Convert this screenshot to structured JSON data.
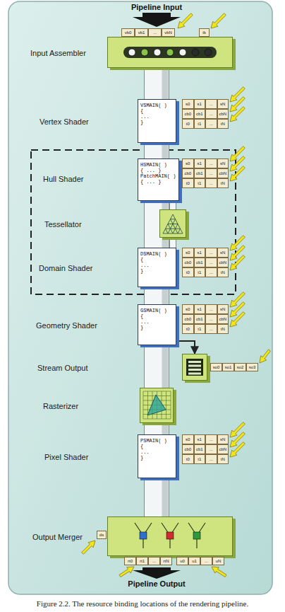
{
  "diagram": {
    "caption": "Figure 2.2. The resource binding locations of the rendering pipeline.",
    "nodes": [
      {
        "text": [
          "Input Assembler"
        ]
      },
      {
        "text": [
          "Vertex Shader",
          "VSMAIN( )",
          "{",
          "...",
          "}"
        ]
      },
      {
        "text": [
          "Hull Shader",
          "HSMAIN( )",
          "{ ... }",
          "PatchMAIN( )",
          "{ ... }"
        ]
      },
      {
        "text": [
          "Tessellator"
        ]
      },
      {
        "text": [
          "Domain Shader",
          "DSMAIN( )",
          "{",
          "...",
          "}"
        ]
      },
      {
        "text": [
          "Geometry Shader",
          "GSMAIN( )",
          "{",
          "...",
          "}"
        ]
      },
      {
        "text": [
          "Stream Output"
        ]
      },
      {
        "text": [
          "Rasterizer"
        ]
      },
      {
        "text": [
          "Pixel Shader",
          "PSMAIN( )",
          "{",
          "...",
          "}"
        ]
      },
      {
        "text": [
          "Output Merger"
        ]
      }
    ],
    "edges": [
      {
        "from": 0,
        "to": 1,
        "arrow": "none"
      },
      {
        "from": 1,
        "to": 2,
        "arrow": "none"
      },
      {
        "from": 2,
        "to": 3,
        "arrow": "none"
      },
      {
        "from": 3,
        "to": 4,
        "arrow": "none"
      },
      {
        "from": 2,
        "to": 4,
        "arrow": "none"
      },
      {
        "from": 4,
        "to": 5,
        "arrow": "none"
      },
      {
        "from": 5,
        "to": 6,
        "arrow": "to"
      },
      {
        "from": 5,
        "to": 7,
        "arrow": "none"
      },
      {
        "from": 7,
        "to": 8,
        "arrow": "none"
      },
      {
        "from": 8,
        "to": 9,
        "arrow": "none"
      }
    ],
    "labels": [
      "Pipeline Input",
      "vb0",
      "vb1",
      "...",
      "vbN",
      "ib",
      "s0",
      "s1",
      "...",
      "sN",
      "cb0",
      "cb1",
      "...",
      "cbN",
      "t0",
      "t1",
      "...",
      "tN",
      "s0",
      "s1",
      "...",
      "sN",
      "cb0",
      "cb1",
      "...",
      "cbN",
      "t0",
      "t1",
      "...",
      "tN",
      "s0",
      "s1",
      "...",
      "sN",
      "cb0",
      "cb1",
      "...",
      "cbN",
      "t0",
      "t1",
      "...",
      "tN",
      "s0",
      "s1",
      "...",
      "sN",
      "cb0",
      "cb1",
      "...",
      "cbN",
      "t0",
      "t1",
      "...",
      "tN",
      "so0",
      "so1",
      "so2",
      "so3",
      "s0",
      "s1",
      "...",
      "sN",
      "cb0",
      "cb1",
      "...",
      "cbN",
      "t0",
      "t1",
      "...",
      "tN",
      "ds",
      "rt0",
      "rt1",
      "...",
      "rtN",
      "u0",
      "u1",
      "...",
      "uN",
      "Pipeline Output"
    ]
  }
}
